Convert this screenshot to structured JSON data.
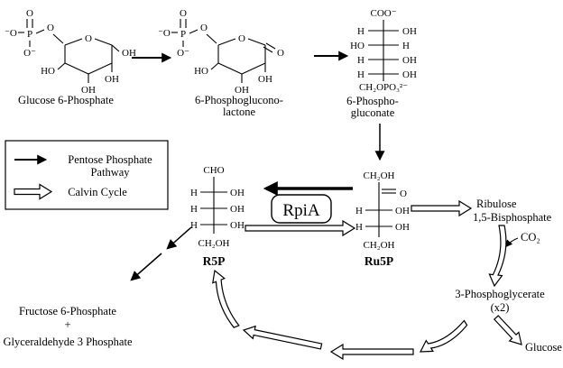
{
  "colors": {
    "ink": "#000000",
    "background": "#ffffff"
  },
  "legend": {
    "ppp_label_line1": "Pentose Phosphate",
    "ppp_label_line2": "Pathway",
    "calvin_label": "Calvin Cycle"
  },
  "molecules": {
    "g6p": {
      "label": "Glucose 6-Phosphate",
      "atoms": {
        "p": "P",
        "o_double": "O",
        "o_minus_left": "⁻O",
        "o_minus_bottom": "O⁻",
        "o_bridge": "O",
        "ring_o": "O",
        "oh_c1": "OH",
        "oh_c2": "OH",
        "oh_c3": "OH",
        "ho_c4": "HO"
      }
    },
    "lactone": {
      "label_line1": "6-Phosphoglucono-",
      "label_line2": "lactone",
      "atoms": {
        "p": "P",
        "o_double": "O",
        "o_minus_left": "⁻O",
        "o_minus_bottom": "O⁻",
        "o_bridge": "O",
        "ring_o": "O",
        "carbonyl_o": "O",
        "oh_c2": "OH",
        "oh_c3": "OH",
        "ho_c4": "HO"
      }
    },
    "gluconate": {
      "label_line1": "6-Phospho-",
      "label_line2": "gluconate",
      "top_group": "COO⁻",
      "rows": [
        {
          "left": "H",
          "right": "OH"
        },
        {
          "left": "HO",
          "right": "H"
        },
        {
          "left": "H",
          "right": "OH"
        },
        {
          "left": "H",
          "right": "OH"
        }
      ],
      "bottom_group": "CH₂OPO₃²⁻"
    },
    "ru5p": {
      "label": "Ru5P",
      "top_group": "CH₂OH",
      "carbonyl_o": "O",
      "rows": [
        {
          "left": "H",
          "right": "OH"
        },
        {
          "left": "H",
          "right": "OH"
        }
      ],
      "bottom_group": "CH₂OH"
    },
    "r5p": {
      "label": "R5P",
      "top_group": "CHO",
      "rows": [
        {
          "left": "H",
          "right": "OH"
        },
        {
          "left": "H",
          "right": "OH"
        },
        {
          "left": "H",
          "right": "OH"
        }
      ],
      "bottom_group": "CH₂OH"
    }
  },
  "enzyme": {
    "label": "RpiA"
  },
  "calvin": {
    "rubp_line1": "Ribulose",
    "rubp_line2": "1,5-Bisphosphate",
    "co2": "CO₂",
    "pg_line1": "3-Phosphoglycerate",
    "pg_line2": "(x2)",
    "glucose": "Glucose"
  },
  "products": {
    "line1": "Fructose 6-Phosphate",
    "plus": "+",
    "line2": "Glyceraldehyde 3 Phosphate"
  }
}
